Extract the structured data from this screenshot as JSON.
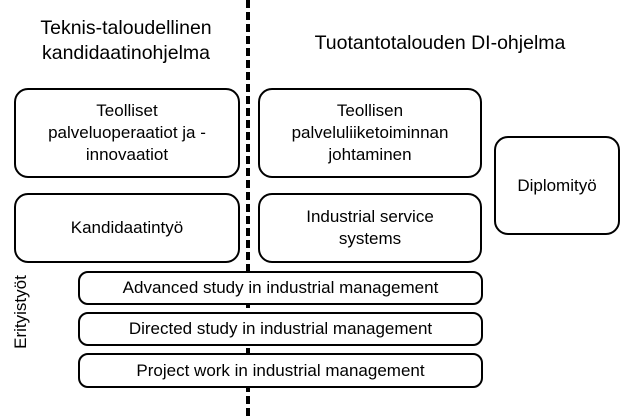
{
  "diagram": {
    "title_left": "Teknis-taloudellinen\nkandidaatinohjelma",
    "title_right": "Tuotantotalouden DI-ohjelma",
    "side_label": "Erityistyöt",
    "colors": {
      "stroke": "#000000",
      "fill": "#ffffff",
      "text": "#000000",
      "divider": "#000000"
    },
    "divider": {
      "style": "dashed",
      "orientation": "vertical"
    },
    "columns": {
      "left": {
        "nodes": [
          {
            "label": "Teolliset\npalveluoperaatiot ja -\ninnovaatiot"
          },
          {
            "label": "Kandidaatintyö"
          }
        ]
      },
      "right": {
        "nodes": [
          {
            "label": "Teollisen\npalveluliiketoiminnan\njohtaminen"
          },
          {
            "label": "Industrial service\nsystems"
          },
          {
            "label": "Diplomityö"
          }
        ]
      }
    },
    "shared_nodes": [
      {
        "label": "Advanced study in industrial management"
      },
      {
        "label": "Directed study in industrial management"
      },
      {
        "label": "Project work in industrial management"
      }
    ]
  }
}
